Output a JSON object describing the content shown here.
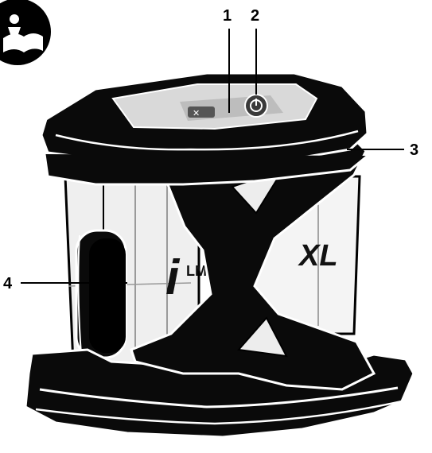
{
  "callouts": [
    {
      "id": "1",
      "label": "1"
    },
    {
      "id": "2",
      "label": "2"
    },
    {
      "id": "3",
      "label": "3"
    },
    {
      "id": "4",
      "label": "4"
    }
  ],
  "device": {
    "brand_mark_i": "i",
    "brand_mark_lm": "LM",
    "model_mark": "XL"
  },
  "icons": {
    "manual": "read-manual-icon",
    "power": "power-icon",
    "laser": "laser-line-icon"
  },
  "colors": {
    "body": "#0b0b0b",
    "window": "#f2f2f2",
    "outline": "#ffffff"
  }
}
